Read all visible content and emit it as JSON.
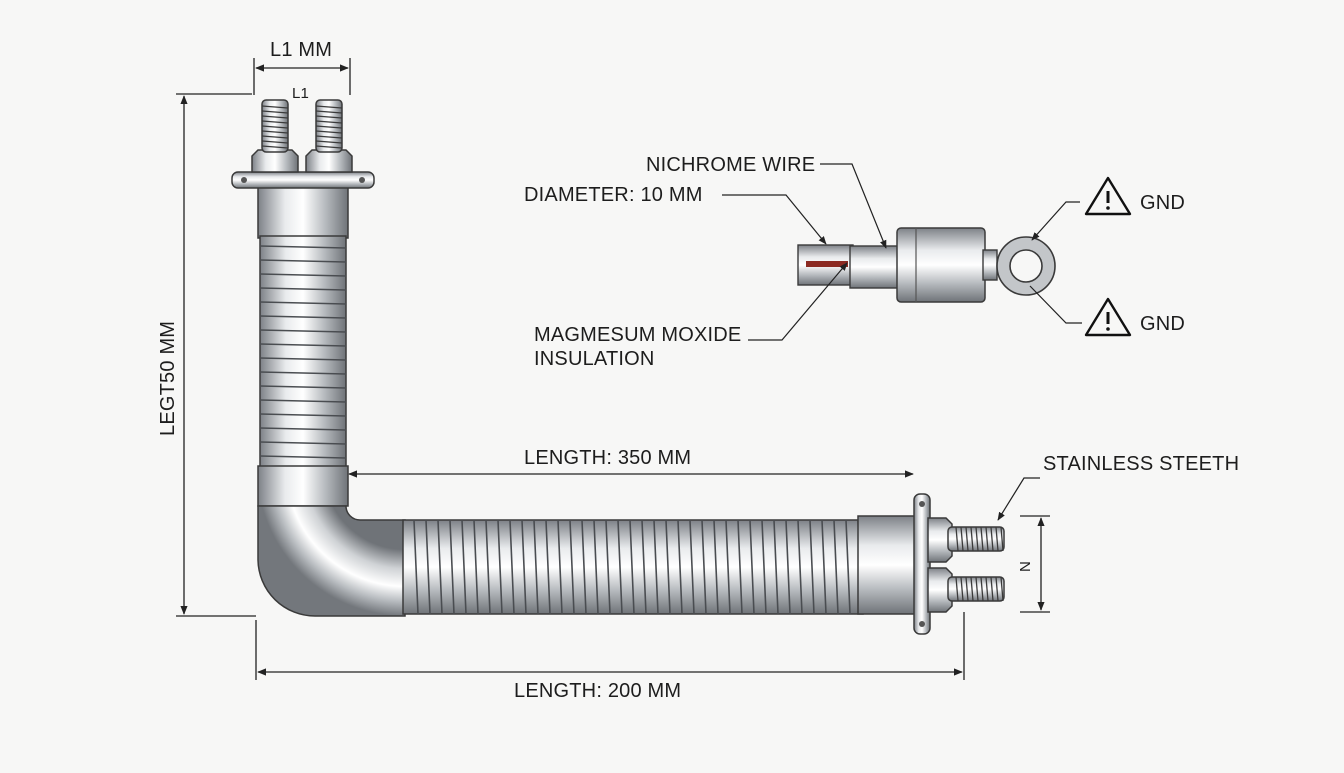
{
  "labels": {
    "l1_mm": "L1 MM",
    "l1": "L1",
    "leg_height": "LEGT50 MM",
    "nichrome": "NICHROME WIRE",
    "diameter": "DIAMETER: 10 MM",
    "insulation_line1": "MAGMESUM MOXIDE",
    "insulation_line2": "INSULATION",
    "gnd_top": "GND",
    "gnd_bottom": "GND",
    "length_350": "LENGTH: 350 MM",
    "length_200": "LENGTH: 200 MM",
    "stainless": "STAINLESS STEETH",
    "n_label": "N"
  },
  "colors": {
    "metal_dark": "#8d9196",
    "metal_light": "#f2f3f4",
    "outline": "#3a3a3a",
    "nichrome": "#8c2a22",
    "text": "#1d1d1d"
  },
  "icons": [
    "warning-icon",
    "warning-icon"
  ]
}
